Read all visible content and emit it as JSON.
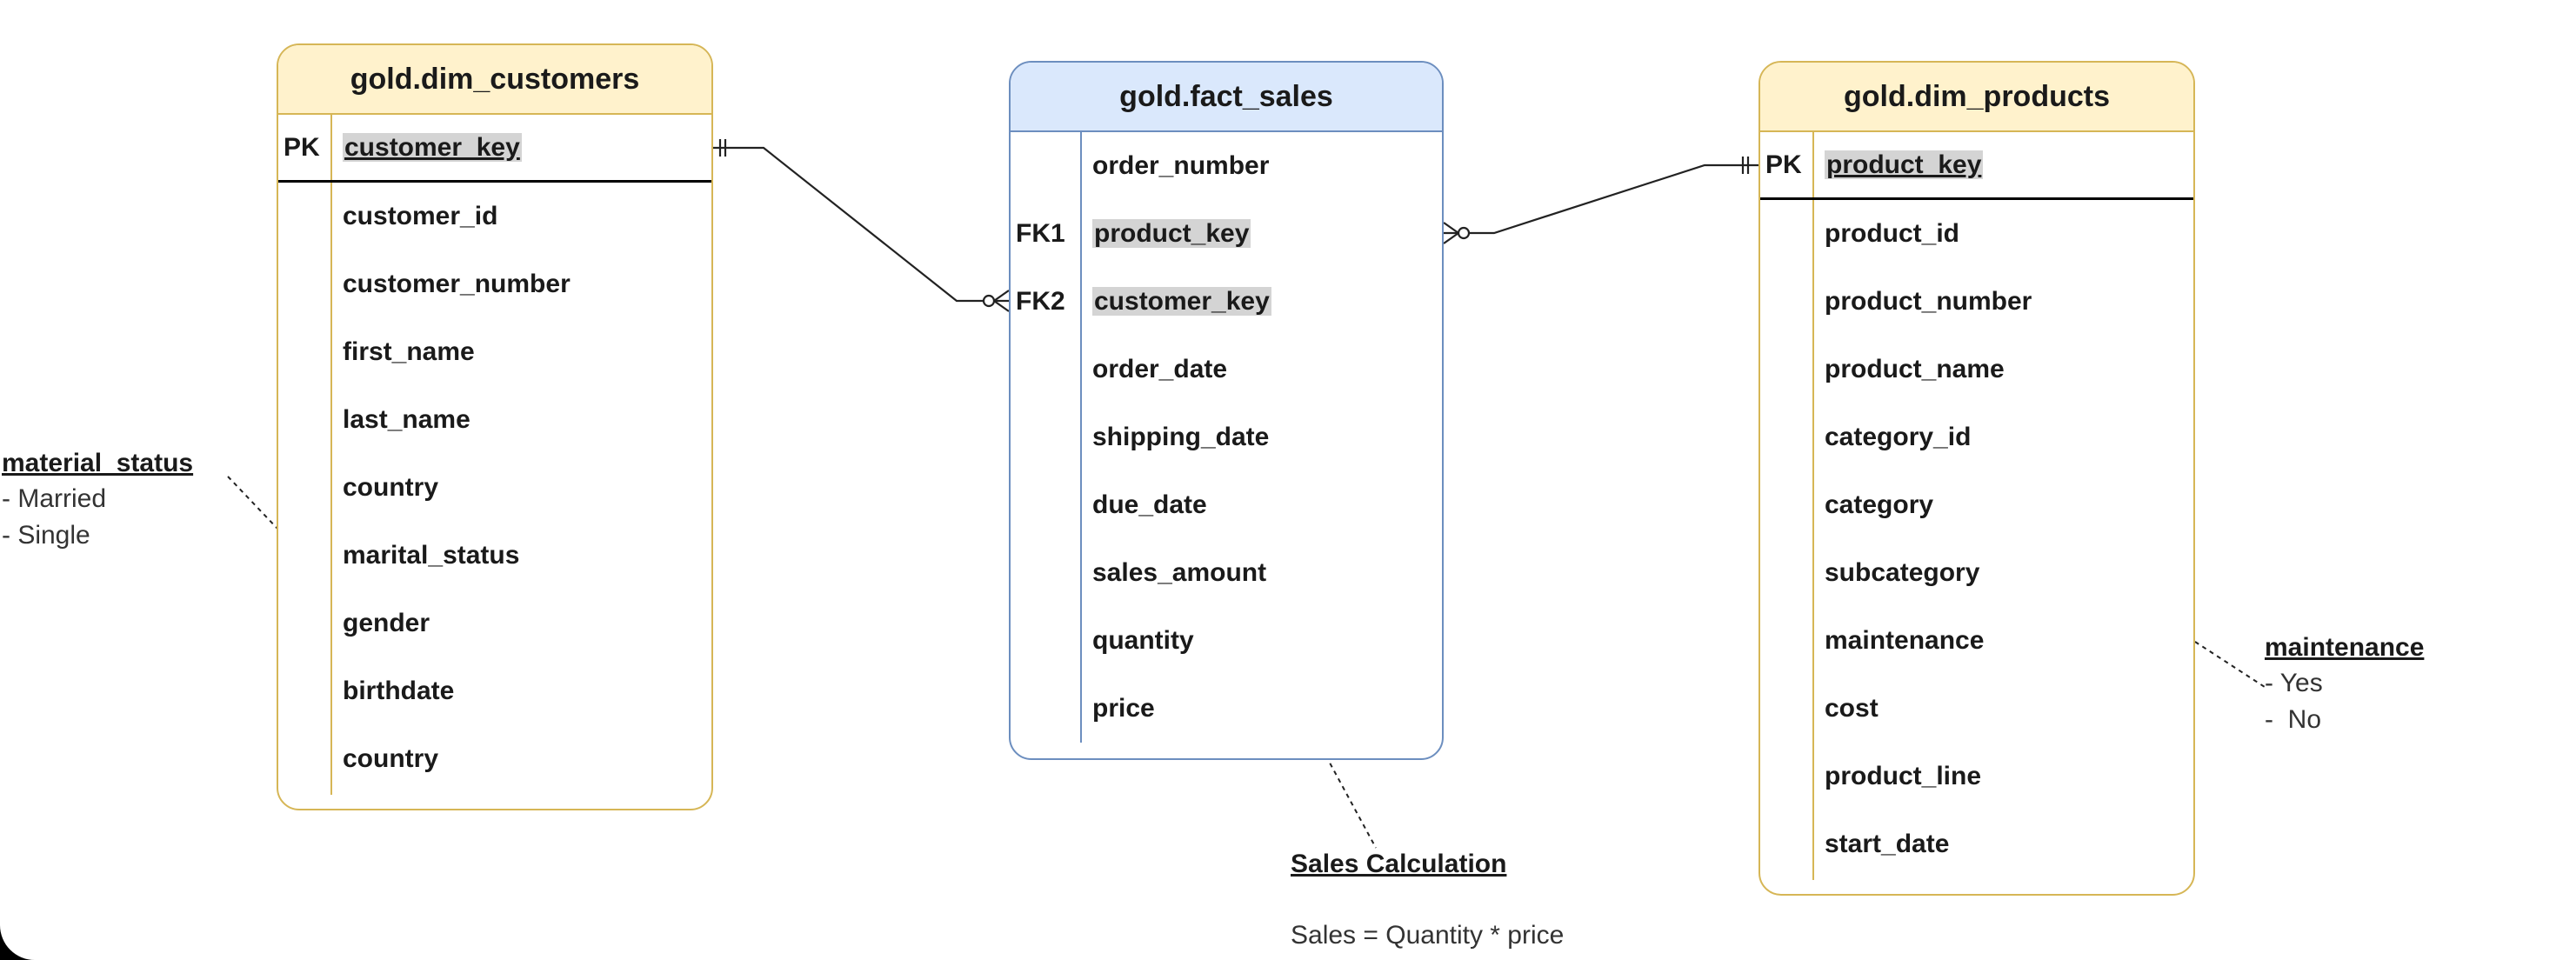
{
  "tables": {
    "customers": {
      "title": "gold.dim_customers",
      "pk_label": "PK",
      "pk_field": "customer_key",
      "fields": [
        "customer_id",
        "customer_number",
        "first_name",
        "last_name",
        "country",
        "marital_status",
        "gender",
        "birthdate",
        "country"
      ]
    },
    "sales": {
      "title": "gold.fact_sales",
      "rows": [
        {
          "key": "",
          "field": "order_number",
          "highlight": false
        },
        {
          "key": "FK1",
          "field": "product_key",
          "highlight": true
        },
        {
          "key": "FK2",
          "field": "customer_key",
          "highlight": true
        },
        {
          "key": "",
          "field": "order_date",
          "highlight": false
        },
        {
          "key": "",
          "field": "shipping_date",
          "highlight": false
        },
        {
          "key": "",
          "field": "due_date",
          "highlight": false
        },
        {
          "key": "",
          "field": "sales_amount",
          "highlight": false
        },
        {
          "key": "",
          "field": "quantity",
          "highlight": false
        },
        {
          "key": "",
          "field": "price",
          "highlight": false
        }
      ]
    },
    "products": {
      "title": "gold.dim_products",
      "pk_label": "PK",
      "pk_field": "product_key",
      "fields": [
        "product_id",
        "product_number",
        "product_name",
        "category_id",
        "category",
        "subcategory",
        "maintenance",
        "cost",
        "product_line",
        "start_date"
      ]
    }
  },
  "notes": {
    "material": {
      "title": "material_status",
      "lines": [
        "- Married",
        "- Single"
      ]
    },
    "maintenance": {
      "title": "maintenance",
      "lines": [
        "- Yes",
        "-  No"
      ]
    },
    "sales_calc": {
      "title": "Sales Calculation",
      "lines": [
        "Sales = Quantity * price"
      ]
    }
  },
  "colors": {
    "dim_border": "#d6b656",
    "dim_header": "#fff2cc",
    "fact_border": "#6c8ebf",
    "fact_header": "#dae8fc",
    "key_highlight": "#d4d4d4"
  }
}
